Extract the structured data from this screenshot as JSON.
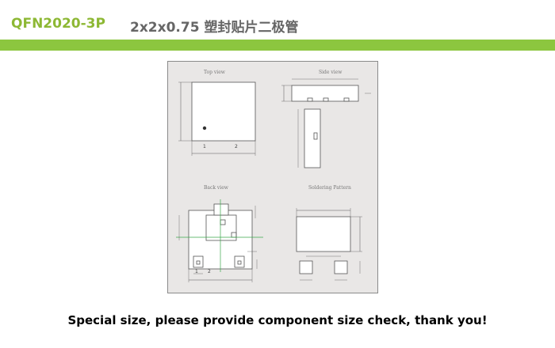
{
  "header": {
    "part_number": "QFN2020-3P",
    "description": "2x2x0.75 塑封贴片二极管",
    "accent_color": "#8cc63f"
  },
  "drawing": {
    "views": {
      "top": "Top view",
      "side": "Side view",
      "back": "Back view",
      "soldering": "Soldering Pattern"
    },
    "pins": {
      "top_view": [
        "1",
        "2"
      ],
      "back_view": [
        "1",
        "2"
      ]
    }
  },
  "footer": {
    "notice": "Special size, please provide component size check, thank you!"
  }
}
